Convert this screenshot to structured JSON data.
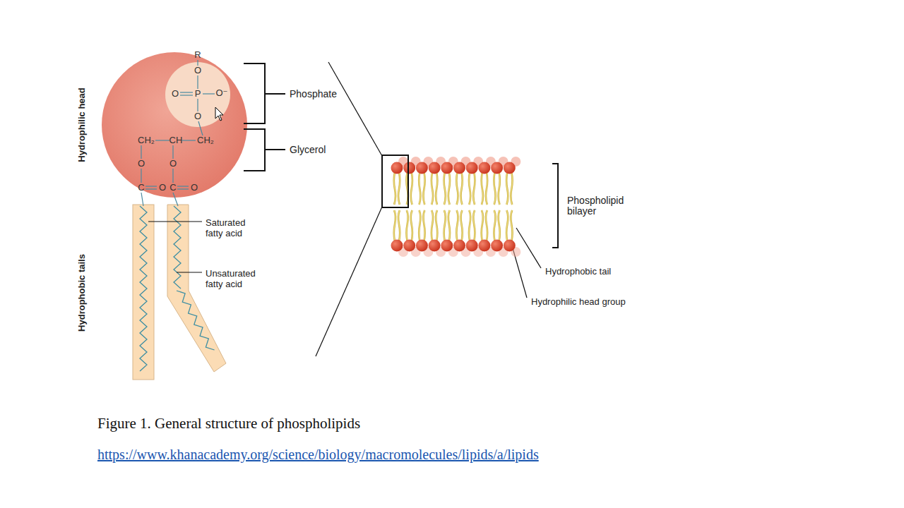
{
  "diagram": {
    "caption": "Figure 1. General structure of phospholipids",
    "labels": [
      "Hydrophilic head",
      "Hydrophobic tails",
      "Phosphate",
      "Glycerol",
      "Saturated fatty acid",
      "Unsaturated fatty acid",
      "Phospholipid bilayer",
      "Hydrophobic tail",
      "Hydrophilic head group",
      "https://www.khanacademy.org/science/biology/macromolecules/lipids/a/lipids",
      "R",
      "O",
      "O",
      "P",
      "O⁻",
      "O",
      "CH₂",
      "CH",
      "CH₂",
      "O",
      "O",
      "C",
      "O",
      "C",
      "O"
    ]
  }
}
